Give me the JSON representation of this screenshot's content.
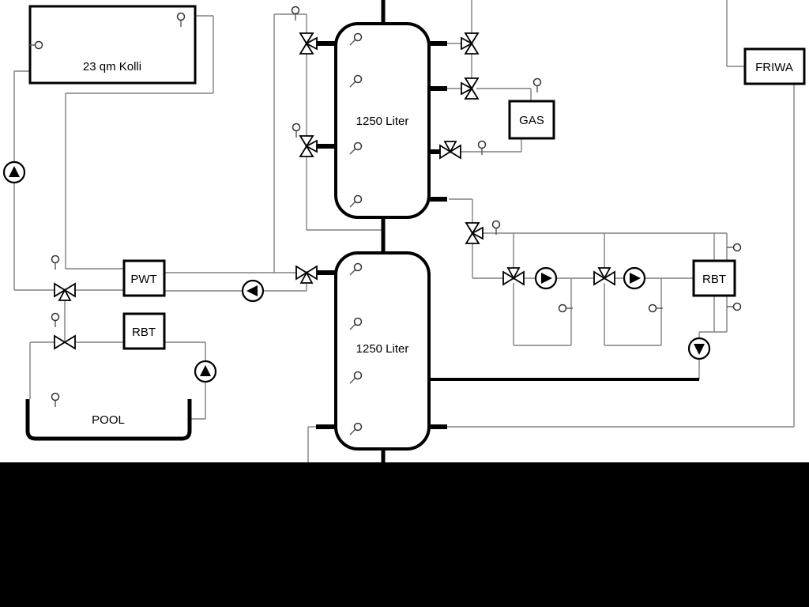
{
  "labels": {
    "collector": "23 qm Kolli",
    "tank_top": "1250 Liter",
    "tank_bottom": "1250 Liter",
    "gas": "GAS",
    "friwa": "FRIWA",
    "pwt": "PWT",
    "rbt_left": "RBT",
    "rbt_right": "RBT",
    "pool": "POOL"
  },
  "colors": {
    "background": "#ffffff",
    "pipe_thin": "#808080",
    "pipe_thick": "#000000",
    "bottom_band": "#000000",
    "symbol_fill": "#ffffff"
  }
}
